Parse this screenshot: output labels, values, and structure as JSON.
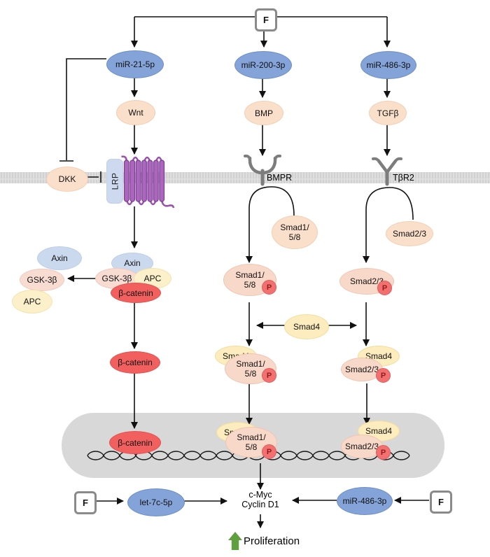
{
  "figure": {
    "type": "signaling-pathway-diagram",
    "nodes": {
      "factor": "F",
      "mir21": "miR-21-5p",
      "mir200": "miR-200-3p",
      "mir486": "miR-486-3p",
      "let7": "let-7c-5p",
      "wnt": "Wnt",
      "bmp": "BMP",
      "tgfb": "TGFβ",
      "dkk": "DKK",
      "lrp": "LRP",
      "bmpr": "BMPR",
      "tbr2": "TβR2",
      "axin": "Axin",
      "gsk3b": "GSK-3β",
      "apc": "APC",
      "bcat": "β-catenin",
      "smad158a": "Smad1/",
      "smad158b": "5/8",
      "smad23": "Smad2/3",
      "smad4": "Smad4",
      "phospho": "P",
      "cmyc": "c-Myc",
      "cyclind": "Cyclin D1",
      "prolif": "Proliferation"
    },
    "colors": {
      "mirna_blue": "#84a3d8",
      "ligand_peach": "#fadfca",
      "axin_blue": "#cbd9ef",
      "gsk_pink": "#f8dcd2",
      "apc_smad4_yellow": "#fbf0ca",
      "bcatenin_red": "#f25f5f",
      "phospho_badge_red": "#f37070",
      "receptor_gray": "#7d7d7d",
      "frizzled_purple": "#ac66bd",
      "membrane_gray": "#dedede",
      "nucleus_gray": "#d8d8d8",
      "proliferation_green": "#5f9f40",
      "fbox_border_gray": "#8a8a8a",
      "arrow_black": "#111111"
    }
  }
}
